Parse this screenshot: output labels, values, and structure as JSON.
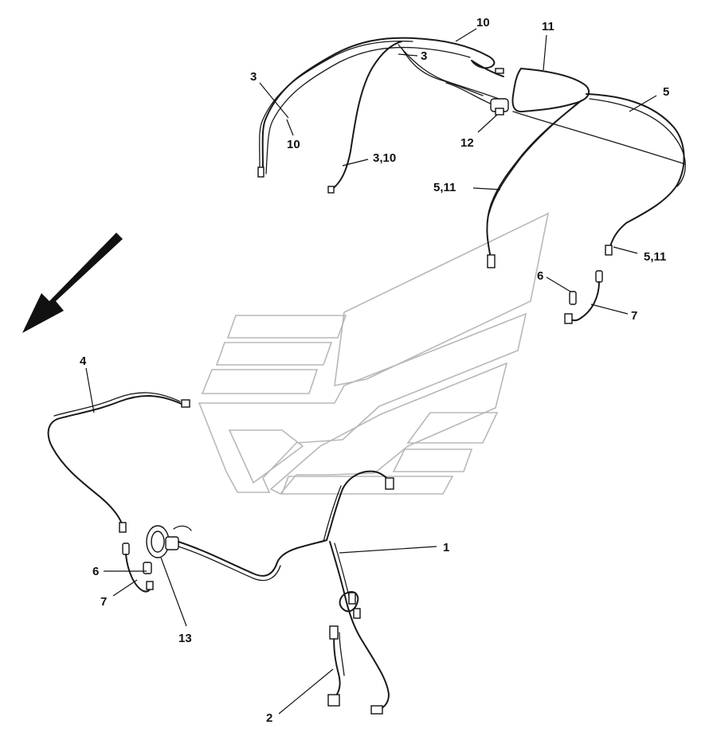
{
  "callouts": [
    {
      "id": "c10a",
      "text": "10"
    },
    {
      "id": "c11",
      "text": "11"
    },
    {
      "id": "c3a",
      "text": "3"
    },
    {
      "id": "c3b",
      "text": "3"
    },
    {
      "id": "c5",
      "text": "5"
    },
    {
      "id": "c10b",
      "text": "10"
    },
    {
      "id": "c12",
      "text": "12"
    },
    {
      "id": "c310",
      "text": "3,10"
    },
    {
      "id": "c511a",
      "text": "5,11"
    },
    {
      "id": "c511b",
      "text": "5,11"
    },
    {
      "id": "c6a",
      "text": "6"
    },
    {
      "id": "c7a",
      "text": "7"
    },
    {
      "id": "c4",
      "text": "4"
    },
    {
      "id": "c1",
      "text": "1"
    },
    {
      "id": "c6b",
      "text": "6"
    },
    {
      "id": "c7b",
      "text": "7"
    },
    {
      "id": "c13",
      "text": "13"
    },
    {
      "id": "c2",
      "text": "2"
    }
  ],
  "colors": {
    "line": "#1a1a1a",
    "watermark": "#b8b8b8",
    "background": "#ffffff"
  },
  "icons": {
    "direction_arrow": "arrow-down-left-icon",
    "watermark": "logo-watermark"
  }
}
